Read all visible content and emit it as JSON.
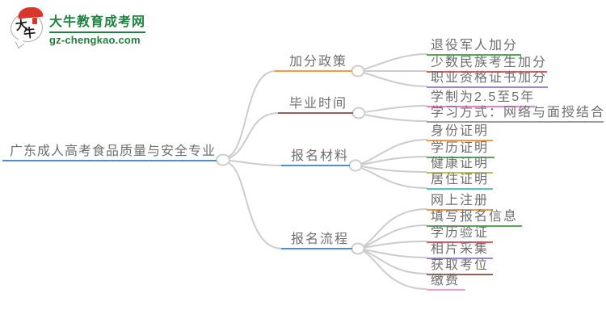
{
  "logo": {
    "icon_text_1": "大",
    "icon_text_2": "牛",
    "title": "大牛教育成考网",
    "url": "gz-chengkao.com"
  },
  "palette": {
    "blue": "#4a90d2",
    "orange": "#f79a3e",
    "green": "#55ab55",
    "red": "#e05b5b",
    "purple": "#a186d7",
    "brown": "#9c5f51",
    "pink": "#ee7ec5",
    "pinkLight": "#f49ad0",
    "gray": "#9e9e9e",
    "olive": "#c1c545",
    "cyan": "#4ac6e0",
    "textGray": "#6e6e6e",
    "logoGreen": "#1f8140",
    "logoRed": "#d9352b",
    "bubbleInk": "#1b1b1b"
  },
  "mindmap": {
    "root": {
      "label": "广东成人高考食品质量与安全专业",
      "color": "blue"
    },
    "branches": [
      {
        "label": "加分政策",
        "color": "orange",
        "children": [
          {
            "label": "退役军人加分",
            "color": "green"
          },
          {
            "label": "少数民族考生加分",
            "color": "red"
          },
          {
            "label": "职业资格证书加分",
            "color": "purple"
          }
        ]
      },
      {
        "label": "毕业时间",
        "color": "brown",
        "children": [
          {
            "label": "学制为2.5至5年",
            "color": "pink"
          },
          {
            "label": "学习方式：网络与面授结合",
            "color": "gray"
          }
        ]
      },
      {
        "label": "报名材料",
        "color": "blue",
        "children": [
          {
            "label": "身份证明",
            "color": "orange"
          },
          {
            "label": "学历证明",
            "color": "green"
          },
          {
            "label": "健康证明",
            "color": "olive"
          },
          {
            "label": "居住证明",
            "color": "cyan"
          }
        ]
      },
      {
        "label": "报名流程",
        "color": "blue",
        "children": [
          {
            "label": "网上注册",
            "color": "orange"
          },
          {
            "label": "填写报名信息",
            "color": "green"
          },
          {
            "label": "学历验证",
            "color": "red"
          },
          {
            "label": "相片采集",
            "color": "purple"
          },
          {
            "label": "获取考位",
            "color": "brown"
          },
          {
            "label": "缴费",
            "color": "pinkLight"
          }
        ]
      }
    ]
  }
}
